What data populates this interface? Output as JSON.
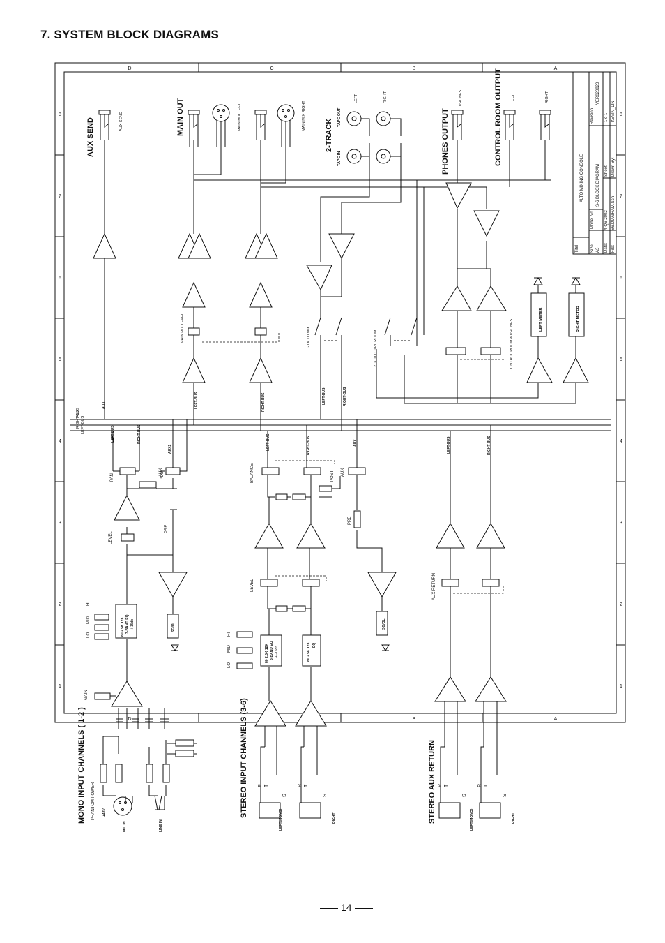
{
  "page": {
    "heading": "7. SYSTEM BLOCK DIAGRAMS",
    "page_number": "14"
  },
  "border": {
    "top_letters": [
      "D",
      "C",
      "B",
      "A"
    ],
    "side_numbers": [
      "8",
      "7",
      "6",
      "5",
      "4",
      "3",
      "2",
      "1"
    ]
  },
  "sections": {
    "aux_send": "AUX SEND",
    "main_out": "MAIN OUT",
    "two_track": "2-TRACK",
    "phones_output": "PHONES OUTPUT",
    "control_room_output": "CONTROL ROOM OUTPUT",
    "mono_input": "MONO INPUT CHANNELS ( 1-2 )",
    "stereo_input": "STEREO INPUT CHANNELS (3-6)",
    "stereo_aux_return": "STEREO AUX RETURN"
  },
  "connectors": {
    "aux_send": "AUX SEND",
    "main_mix_left": "MAIN MIX LEFT",
    "main_mix_right": "MAIN MIX RIGHT",
    "tape_out": "TAPE OUT",
    "tape_in": "TAPE IN",
    "left": "LEFT",
    "right": "RIGHT",
    "phones": "PHONES",
    "mic_in": "MIC IN",
    "line_in": "LINE IN",
    "left_mono": "LEFT(MONO)",
    "right_jack": "RIGHT"
  },
  "labels": {
    "main_mix_level": "MAIN MIX LEVEL",
    "tk_to_mix": "2TK TO MIX",
    "tk_to_ctrl_room": "2TK TO CTRL ROOM",
    "control_room_phones": "CONTROL ROOM & PHONES",
    "left_meter": "LEFT METER",
    "right_meter": "RIGHT METER",
    "aux": "AUX",
    "left_bus": "LEFT-BUS",
    "right_bus": "RIGHT-BUS",
    "aux1": "AUX1",
    "pan": "PAN",
    "post": "POST",
    "pre": "PRE",
    "level": "LEVEL",
    "balance": "BALANCE",
    "aux_return": "AUX RETURN",
    "sg_ol": "SG/OL",
    "hi": "HI",
    "mid": "MID",
    "lo": "LO",
    "gain": "GAIN",
    "phantom_power": "PHANTOM POWER",
    "plus48v": "+48V",
    "eq_3band_freqs": "80  2.5K  12K",
    "eq_3band_name": "3-BAND EQ",
    "eq_3band_range": "+/-15db",
    "eq_2band_freqs": "80  2.5K 12K",
    "eq_2band_name": "EQ",
    "jack_r": "R",
    "jack_t": "T",
    "jack_s": "S"
  },
  "title_block": {
    "title_label": "Titel",
    "title_value": "ALTO MIXING CONSOLE",
    "size_label": "Size",
    "size_value": "A3",
    "model_label": "Model No.",
    "model_value": "S-6 BLOCK DIAGRAM",
    "revision_label": "Revision",
    "revision_value": "VER020820",
    "date_label": "Date:",
    "date_value": "4-Q6-2002",
    "file_label": "File:",
    "file_value": "S6.DIAGRAM.Sch",
    "sheet_label": "Sheet",
    "sheet_value": "1  o   1",
    "drawn_label": "Drawn By:",
    "drawn_value": "KEVIN_LIN"
  }
}
